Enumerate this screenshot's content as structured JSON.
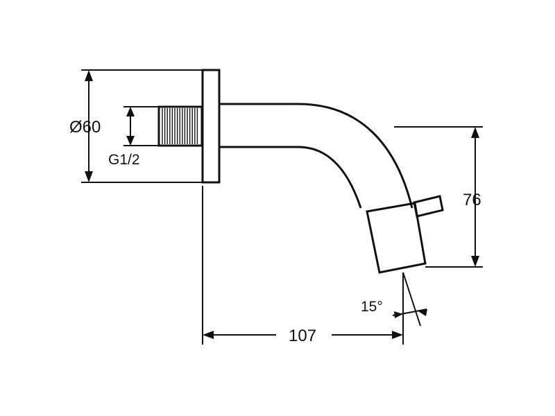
{
  "dimensions": {
    "flange_diameter": "Ø60",
    "thread": "G1/2",
    "height": "76",
    "length": "107",
    "angle": "15°"
  },
  "colors": {
    "line": "#111111",
    "background": "#ffffff"
  }
}
